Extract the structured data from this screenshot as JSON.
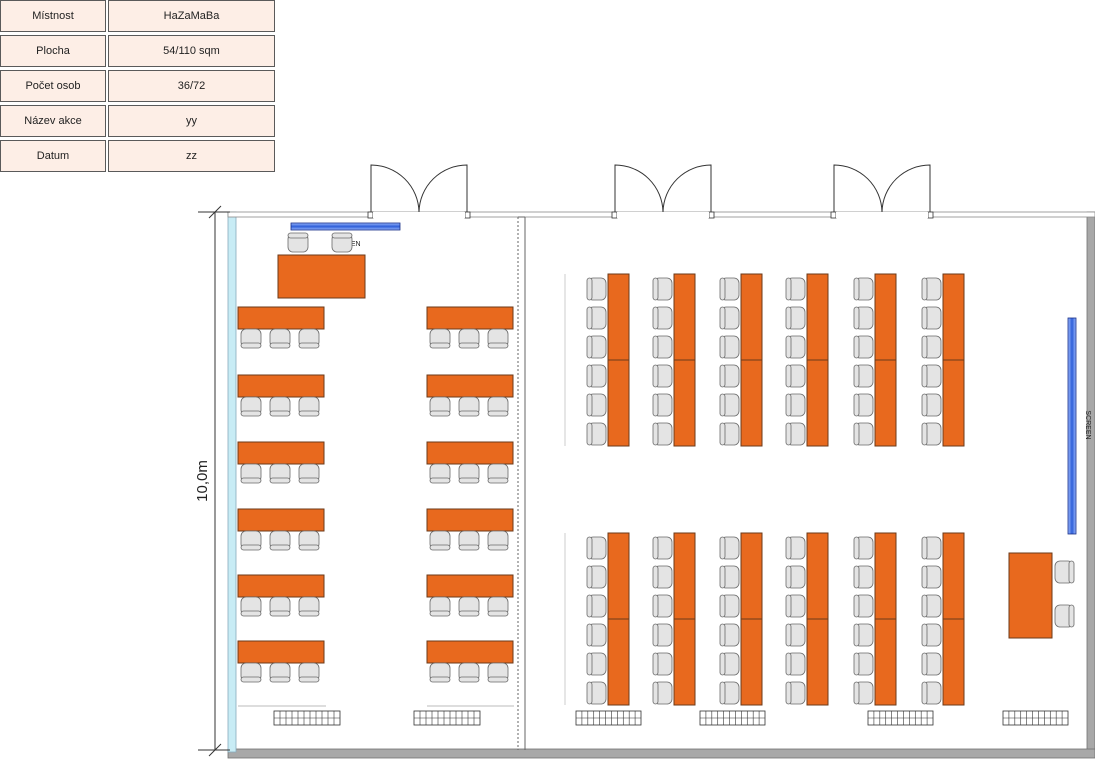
{
  "info_table": {
    "rows": [
      {
        "label": "Místnost",
        "value": "HaZaMaBa"
      },
      {
        "label": "Plocha",
        "value": "54/110 sqm"
      },
      {
        "label": "Počet osob",
        "value": "36/72"
      },
      {
        "label": "Název akce",
        "value": "yy"
      },
      {
        "label": "Datum",
        "value": "zz"
      }
    ]
  },
  "floor_plan": {
    "dimension_label": "10,0m",
    "screen_label": "SCREEN",
    "colors": {
      "table": "#e8691e",
      "table_border": "#6b3a1a",
      "chair": "#e4e4e4",
      "chair_border": "#6a6a6a",
      "screen": "#3a6fe0",
      "wall": "#a8a8a8",
      "glass_wall": "#c8ecf5",
      "info_cell": "#fdeee6"
    },
    "left_room": {
      "rows_of_tables": 6,
      "columns_of_tables": 2,
      "chairs_per_table": 3
    },
    "right_room": {
      "table_columns": 6,
      "table_blocks": 2,
      "chairs_per_table_side": 6
    },
    "doors": 3,
    "radiators": 6
  }
}
